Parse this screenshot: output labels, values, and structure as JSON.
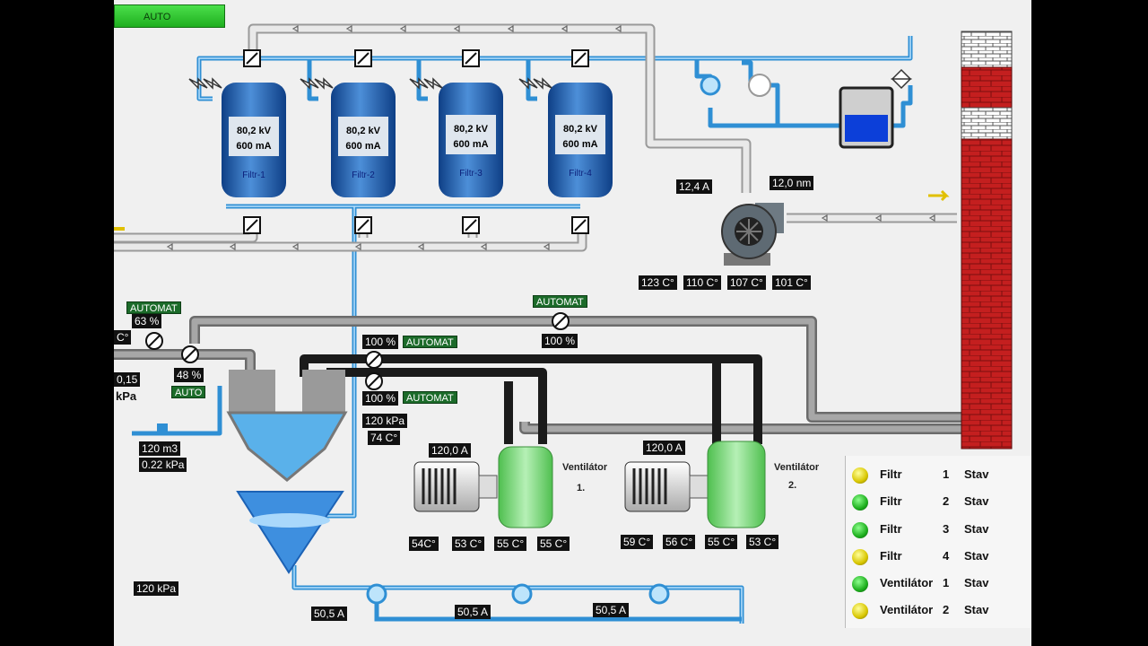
{
  "auto_button": "AUTO",
  "filters": [
    {
      "voltage": "80,2 kV",
      "current": "600 mA",
      "name": "Filtr-1"
    },
    {
      "voltage": "80,2 kV",
      "current": "600 mA",
      "name": "Filtr-2"
    },
    {
      "voltage": "80,2 kV",
      "current": "600 mA",
      "name": "Filtr-3"
    },
    {
      "voltage": "80,2 kV",
      "current": "600 mA",
      "name": "Filtr-4"
    }
  ],
  "fan_main": {
    "current": "12,4 A",
    "speed": "12,0 nm",
    "temps": [
      "123 C°",
      "110 C°",
      "107 C°",
      "101 C°"
    ]
  },
  "left_panel": {
    "automat1": "AUTOMAT",
    "valve1_pct": "63 %",
    "temp_unit": "C°",
    "valve2_pct": "48 %",
    "auto_tag": "AUTO",
    "pressure_small": "0,15",
    "pressure_unit": "kPa",
    "volume": "120 m3",
    "volume_pressure": "0.22 kPa"
  },
  "center_panel": {
    "automat_top": "AUTOMAT",
    "valve_top_pct": "100 %",
    "valve_a_pct": "100 %",
    "valve_a_mode": "AUTOMAT",
    "valve_b_pct": "100 %",
    "valve_b_mode": "AUTOMAT",
    "pressure": "120 kPa",
    "temp": "74 C°"
  },
  "fans": [
    {
      "current": "120,0 A",
      "label": "Ventilátor",
      "num": "1.",
      "temps": [
        "54C°",
        "53 C°",
        "55 C°",
        "55 C°"
      ]
    },
    {
      "current": "120,0 A",
      "label": "Ventilátor",
      "num": "2.",
      "temps": [
        "59 C°",
        "56 C°",
        "55 C°",
        "53 C°"
      ]
    }
  ],
  "bottom": {
    "pressure": "120 kPa",
    "pumps": [
      "50,5 A",
      "50,5 A",
      "50,5 A"
    ]
  },
  "legend": [
    {
      "name": "Filtr",
      "num": "1",
      "stav": "Stav",
      "status": "yellow"
    },
    {
      "name": "Filtr",
      "num": "2",
      "stav": "Stav",
      "status": "green"
    },
    {
      "name": "Filtr",
      "num": "3",
      "stav": "Stav",
      "status": "green"
    },
    {
      "name": "Filtr",
      "num": "4",
      "stav": "Stav",
      "status": "yellow"
    },
    {
      "name": "Ventilátor",
      "num": "1",
      "stav": "Stav",
      "status": "green"
    },
    {
      "name": "Ventilátor",
      "num": "2",
      "stav": "Stav",
      "status": "yellow"
    }
  ],
  "colors": {
    "water": "#3aa6e6",
    "air": "#d8d8d8",
    "gas": "#8a8a8a",
    "chimney": "#c41f1f",
    "lamp_ok": "#1dae1d",
    "lamp_warn": "#d8c600"
  }
}
